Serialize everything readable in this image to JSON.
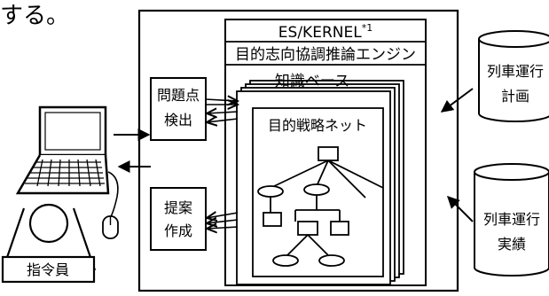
{
  "header_fragment": "する。",
  "engine": {
    "system_name": "ES/KERNEL",
    "footnote_mark": "*1",
    "engine_name": "目的志向協調推論エンジン",
    "knowledge_base": "知識ベース",
    "strategy_net": "目的戦略ネット"
  },
  "modules": {
    "detection_line1": "問題点",
    "detection_line2": "検出",
    "proposal_line1": "提案",
    "proposal_line2": "作成"
  },
  "databases": {
    "plan_line1": "列車運行",
    "plan_line2": "計画",
    "actual_line1": "列車運行",
    "actual_line2": "実績"
  },
  "operator": {
    "label": "指令員"
  }
}
